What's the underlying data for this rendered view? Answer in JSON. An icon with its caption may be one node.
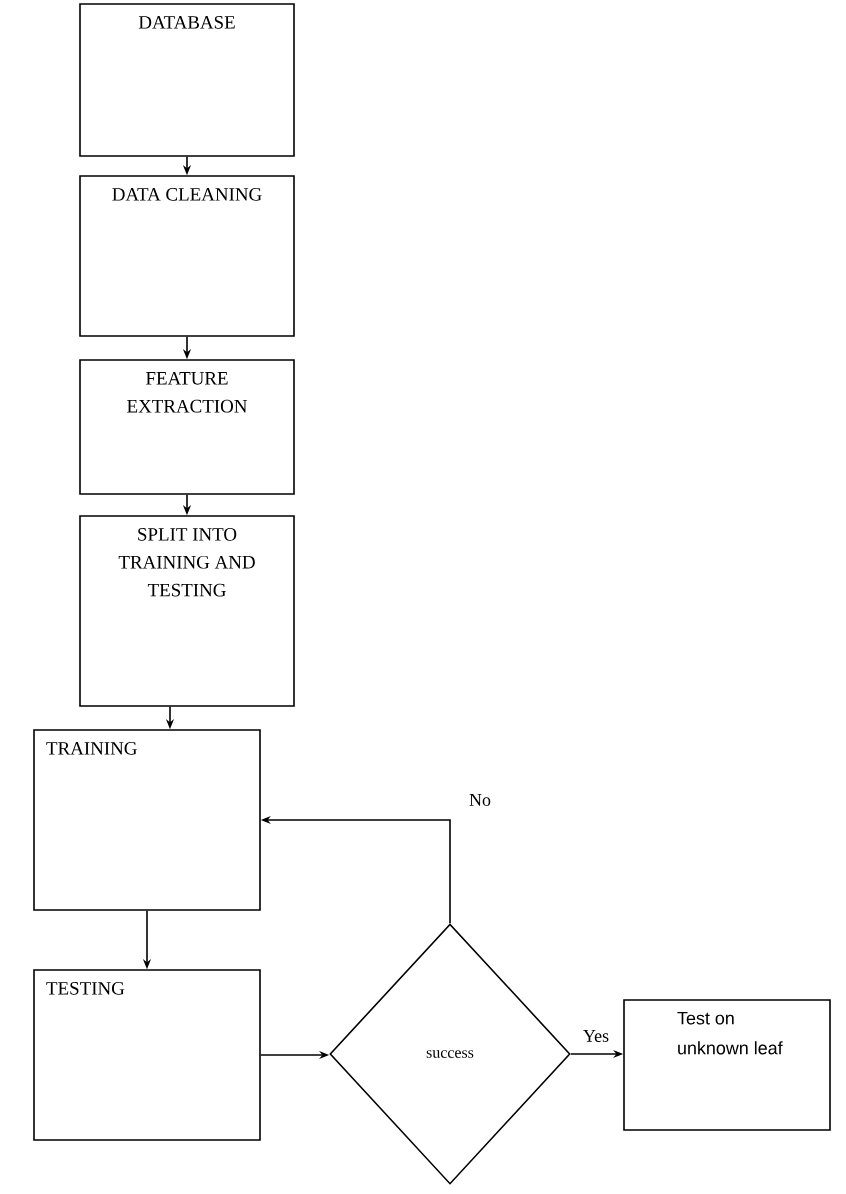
{
  "diagram": {
    "nodes": [
      {
        "text": [
          "DATABASE"
        ]
      },
      {
        "text": [
          "DATA CLEANING"
        ]
      },
      {
        "text": [
          "FEATURE EXTRACTION"
        ]
      },
      {
        "text": [
          "SPLIT INTO TRAINING AND TESTING"
        ]
      },
      {
        "text": [
          "TRAINING"
        ]
      },
      {
        "text": [
          "TESTING"
        ]
      },
      {
        "text": [
          "success"
        ]
      },
      {
        "text": [
          "Test on unknown leaf"
        ]
      }
    ],
    "edges": [
      {
        "from": 0,
        "to": 1,
        "arrow": "to"
      },
      {
        "from": 1,
        "to": 2,
        "arrow": "to"
      },
      {
        "from": 2,
        "to": 3,
        "arrow": "to"
      },
      {
        "from": 3,
        "to": 4,
        "arrow": "to"
      },
      {
        "from": 4,
        "to": 5,
        "arrow": "to"
      },
      {
        "from": 5,
        "to": 6,
        "arrow": "to"
      },
      {
        "from": 6,
        "to": 7,
        "arrow": "to",
        "label": "Yes"
      },
      {
        "from": 6,
        "to": 4,
        "arrow": "to",
        "label": "No"
      }
    ]
  }
}
